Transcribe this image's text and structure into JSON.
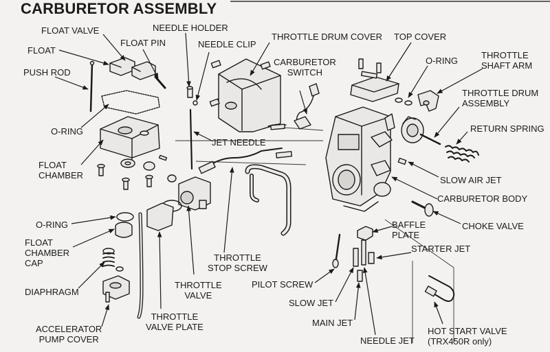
{
  "title": "CARBURETOR ASSEMBLY",
  "labels": {
    "float_valve": "FLOAT VALVE",
    "float": "FLOAT",
    "float_pin": "FLOAT PIN",
    "needle_holder": "NEEDLE HOLDER",
    "needle_clip": "NEEDLE CLIP",
    "throttle_drum_cover": "THROTTLE DRUM COVER",
    "top_cover": "TOP COVER",
    "push_rod": "PUSH ROD",
    "carburetor_switch_1": "CARBURETOR",
    "carburetor_switch_2": "SWITCH",
    "o_ring_top": "O-RING",
    "throttle_shaft_arm_1": "THROTTLE",
    "throttle_shaft_arm_2": "SHAFT ARM",
    "throttle_drum_assembly_1": "THROTTLE DRUM",
    "throttle_drum_assembly_2": "ASSEMBLY",
    "o_ring_left": "O-RING",
    "return_spring": "RETURN SPRING",
    "jet_needle": "JET NEEDLE",
    "float_chamber_1": "FLOAT",
    "float_chamber_2": "CHAMBER",
    "slow_air_jet": "SLOW AIR JET",
    "carburetor_body": "CARBURETOR BODY",
    "o_ring_bottom": "O-RING",
    "choke_valve": "CHOKE VALVE",
    "float_chamber_cap_1": "FLOAT",
    "float_chamber_cap_2": "CHAMBER",
    "float_chamber_cap_3": "CAP",
    "baffle_plate_1": "BAFFLE",
    "baffle_plate_2": "PLATE",
    "starter_jet": "STARTER JET",
    "throttle_stop_screw_1": "THROTTLE",
    "throttle_stop_screw_2": "STOP SCREW",
    "diaphragm": "DIAPHRAGM",
    "throttle_valve_1": "THROTTLE",
    "throttle_valve_2": "VALVE",
    "pilot_screw": "PILOT SCREW",
    "slow_jet": "SLOW JET",
    "throttle_valve_plate_1": "THROTTLE",
    "throttle_valve_plate_2": "VALVE PLATE",
    "accelerator_pump_cover_1": "ACCELERATOR",
    "accelerator_pump_cover_2": "PUMP COVER",
    "main_jet": "MAIN JET",
    "needle_jet": "NEEDLE JET",
    "hot_start_valve_1": "HOT START VALVE",
    "hot_start_valve_2": "(TRX450R only)"
  }
}
